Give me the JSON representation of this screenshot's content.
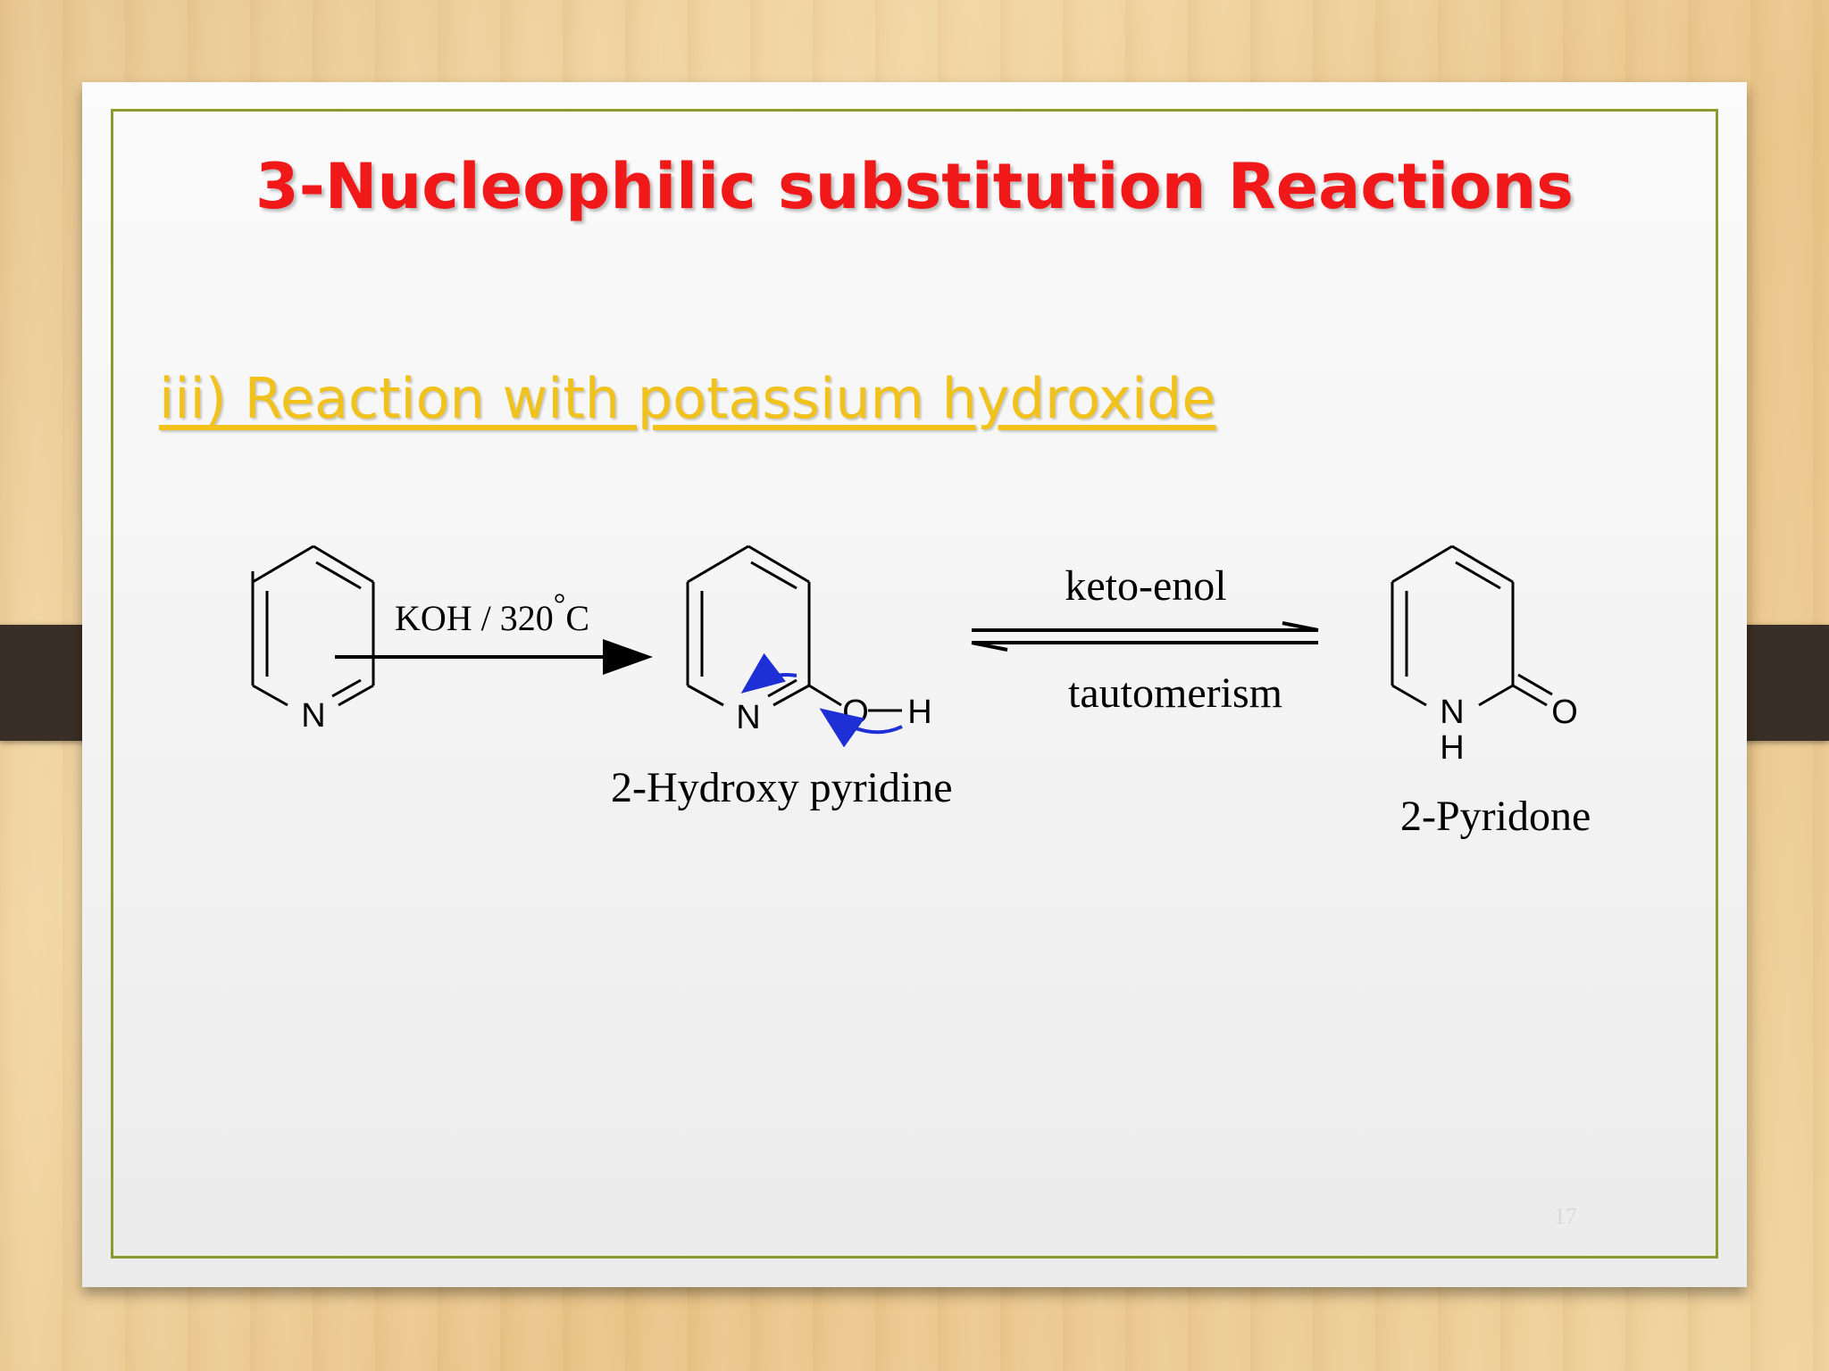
{
  "slide": {
    "title": "3-Nucleophilic substitution Reactions",
    "subtitle": "iii) Reaction with potassium hydroxide",
    "page_number": "17"
  },
  "scheme": {
    "pyridine_atom_n": "N",
    "reagent": "KOH / 320",
    "reagent_unit": "C",
    "degree_symbol": "°",
    "hydroxy_atom_n": "N",
    "hydroxy_atom_o": "O",
    "hydroxy_atom_h": "H",
    "hydroxy_label": "2-Hydroxy pyridine",
    "equilibrium_top": "keto-enol",
    "equilibrium_bottom": "tautomerism",
    "pyridone_atom_n": "N",
    "pyridone_atom_h": "H",
    "pyridone_atom_o": "O",
    "pyridone_label": "2-Pyridone"
  },
  "colors": {
    "title": "#f01818",
    "subtitle": "#f1c21b",
    "border": "#8a9a2e",
    "curved_arrows": "#1f2fd6"
  }
}
